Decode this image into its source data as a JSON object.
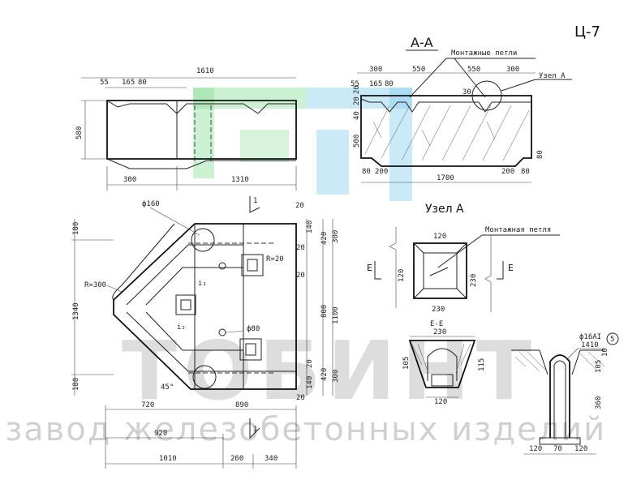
{
  "sheet": {
    "code": "Ц-7",
    "section_title": "А-А",
    "node_title": "Узел А",
    "node_ref": "Узел А",
    "mount_loops": "Монтажные петли",
    "mount_loop": "Монтажная петля",
    "section_e": "Е-Е",
    "mark_e": "Е",
    "mark_1": "1"
  },
  "watermark": {
    "letters": "ТОБИНТ",
    "subtitle": "завод железобетонных изделий"
  },
  "colors": {
    "watermark_green": "#2ec24a",
    "watermark_blue": "#2aa8e0"
  },
  "dims": {
    "side": {
      "total": "1610",
      "d55": "55",
      "d165": "165",
      "d80": "80",
      "h580": "580",
      "b300": "300",
      "b1310": "1310"
    },
    "section": {
      "d300a": "300",
      "d550a": "550",
      "d550b": "550",
      "d300b": "300",
      "d55": "55",
      "d165": "165",
      "d80": "80",
      "d30": "30",
      "v20a": "20",
      "v20b": "20",
      "v40": "40",
      "v500": "500",
      "v80r": "80",
      "b80": "80",
      "b200": "200",
      "b1700": "1700",
      "b200r": "200",
      "b80r": "80"
    },
    "plan": {
      "phi160": "ф160",
      "phi80": "ф80",
      "r300": "R=300",
      "r20": "R=20",
      "l180top": "180",
      "l1340": "1340",
      "l180bot": "180",
      "r20a": "20",
      "r140a": "140",
      "r420a": "420",
      "r300a": "300",
      "r20b": "20",
      "r20c": "20",
      "r800": "800",
      "r1100": "1100",
      "r20d": "20",
      "r420b": "420",
      "r300b": "300",
      "r140b": "140",
      "r20e": "20",
      "a45": "45°",
      "b720": "720",
      "b890": "890",
      "b920": "920",
      "b1010": "1010",
      "b260": "260",
      "b340": "340",
      "i1": "i₁",
      "i2": "i₂"
    },
    "node": {
      "top120": "120",
      "left120": "120",
      "right230": "230",
      "bot230": "230",
      "e230": "230",
      "e105": "105",
      "e115": "115",
      "e120": "120"
    },
    "loop": {
      "phi": "ф16АI",
      "len": "1410",
      "num": "5",
      "v10": "10",
      "v105": "105",
      "v360": "360",
      "b120a": "120",
      "b70": "70",
      "b120b": "120"
    }
  }
}
